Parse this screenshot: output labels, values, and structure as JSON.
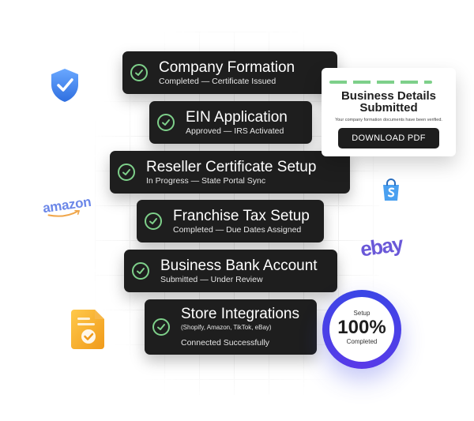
{
  "steps": [
    {
      "title": "Company Formation",
      "subtitle": "Completed — Certificate Issued"
    },
    {
      "title": "EIN Application",
      "subtitle": "Approved — IRS Activated"
    },
    {
      "title": "Reseller Certificate Setup",
      "subtitle": "In Progress — State Portal Sync"
    },
    {
      "title": "Franchise Tax Setup",
      "subtitle": "Completed — Due Dates Assigned"
    },
    {
      "title": "Business Bank Account",
      "subtitle": "Submitted — Under Review"
    },
    {
      "title": "Store Integrations",
      "subtitle": "(Shopify, Amazon, TikTok, eBay)",
      "status": "Connected Successfully"
    }
  ],
  "document_card": {
    "title_line1": "Business Details",
    "title_line2": "Submitted",
    "note": "Your company formation documents have been verified.",
    "button_label": "DOWNLOAD PDF"
  },
  "progress": {
    "label_top": "Setup",
    "value_text": "100%",
    "label_bottom": "Completed",
    "value": 100
  },
  "logos": {
    "amazon": "amazon",
    "ebay": "ebay"
  },
  "icons": [
    "shield-check-icon",
    "shopify-bag-icon",
    "document-check-icon",
    "check-circle-icon"
  ],
  "colors": {
    "card_bg": "#1e1e1e",
    "check_green": "#7ed08a",
    "ring_blue": "#3a46e6",
    "shield_blue": "#3f82ee",
    "doc_orange": "#f5a623"
  }
}
